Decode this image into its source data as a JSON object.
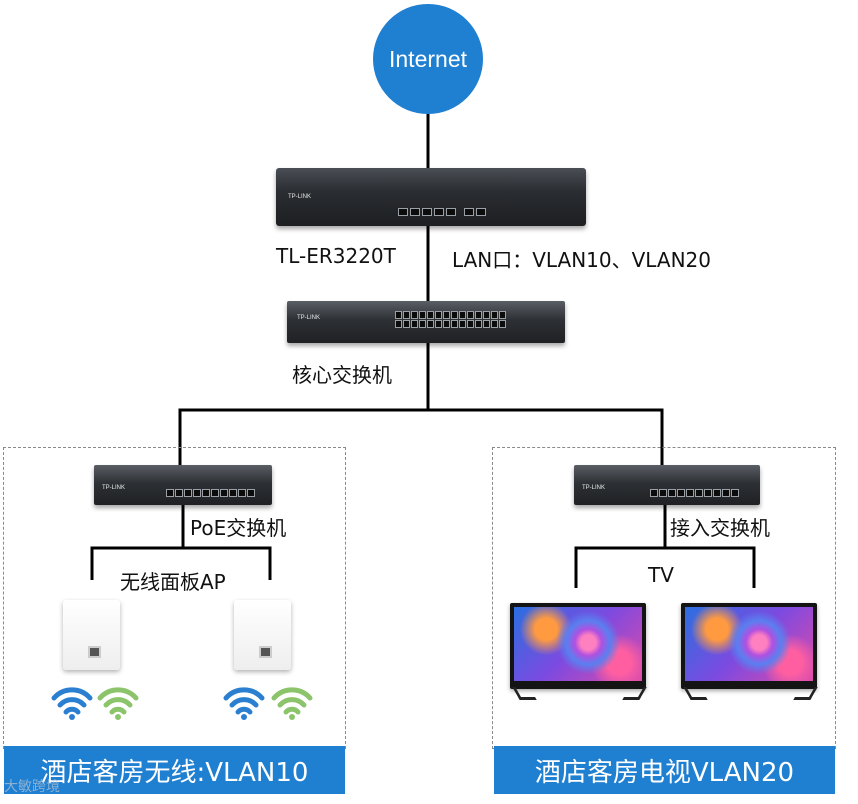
{
  "internet": {
    "label": "Internet"
  },
  "router": {
    "model": "TL-ER3220T",
    "brand": "TP-LINK",
    "lan_note": "LAN口：VLAN10、VLAN20"
  },
  "core_switch": {
    "label": "核心交换机",
    "brand": "TP-LINK"
  },
  "left_zone": {
    "switch_label": "PoE交换机",
    "switch_brand": "TP-LINK",
    "ap_label": "无线面板AP",
    "banner": "酒店客房无线:VLAN10"
  },
  "right_zone": {
    "switch_label": "接入交换机",
    "switch_brand": "TP-LINK",
    "tv_label": "TV",
    "banner": "酒店客房电视VLAN20"
  },
  "watermark": "大敏跨境",
  "colors": {
    "accent": "#1f7fd1",
    "wifi_blue": "#2a7fd0",
    "wifi_green": "#8bc46a"
  }
}
